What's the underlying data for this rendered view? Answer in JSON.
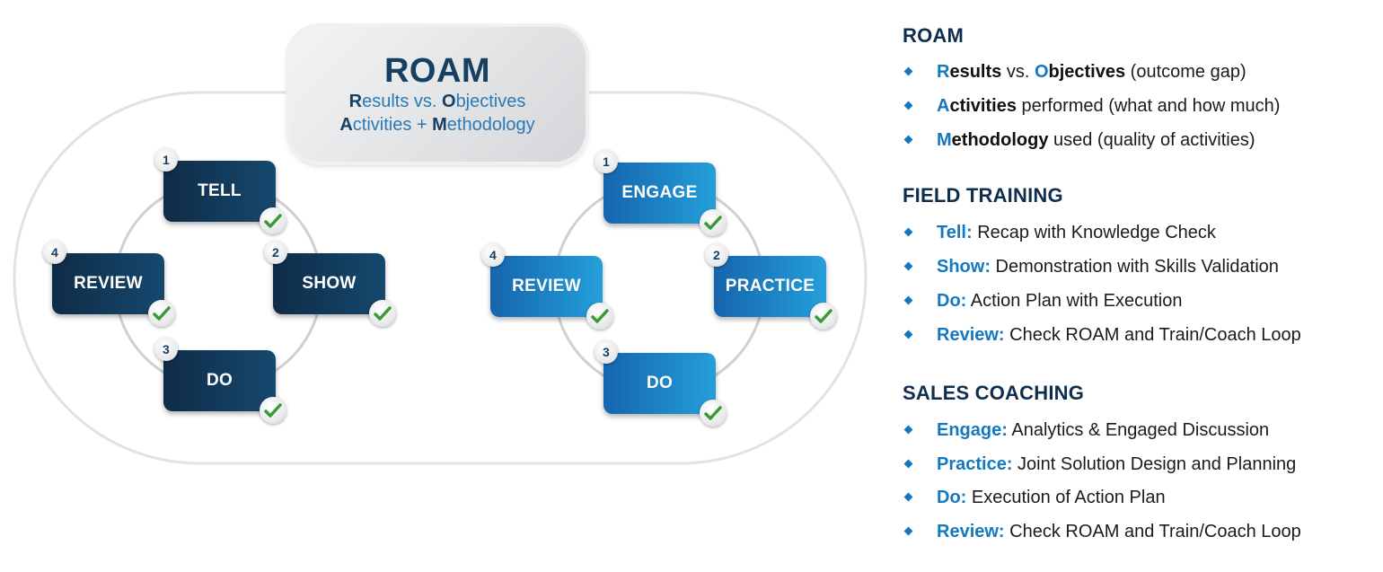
{
  "colors": {
    "navy": "#0f2e4e",
    "accent_blue": "#1478c0",
    "dark_step": "#15486e",
    "blue_step": "#1f8bd0",
    "check_green": "#3a9a3a",
    "ring_gray": "#d9d9d9"
  },
  "roam_box": {
    "title": "ROAM",
    "line1": {
      "r": "R",
      "r_rest": "esults vs. ",
      "o": "O",
      "o_rest": "bjectives"
    },
    "line2": {
      "a": "A",
      "a_rest": "ctivities + ",
      "m": "M",
      "m_rest": "ethodology"
    }
  },
  "field_training_cycle": {
    "name": "Field Training",
    "style": "dark",
    "steps": [
      {
        "number": "1",
        "label": "TELL",
        "position": "top",
        "icon": "check-icon"
      },
      {
        "number": "2",
        "label": "SHOW",
        "position": "right",
        "icon": "check-icon"
      },
      {
        "number": "3",
        "label": "DO",
        "position": "bottom",
        "icon": "check-icon"
      },
      {
        "number": "4",
        "label": "REVIEW",
        "position": "left",
        "icon": "check-icon"
      }
    ]
  },
  "sales_coaching_cycle": {
    "name": "Sales Coaching",
    "style": "blue",
    "steps": [
      {
        "number": "1",
        "label": "ENGAGE",
        "position": "top",
        "icon": "check-icon"
      },
      {
        "number": "2",
        "label": "PRACTICE",
        "position": "right",
        "icon": "check-icon"
      },
      {
        "number": "3",
        "label": "DO",
        "position": "bottom",
        "icon": "check-icon"
      },
      {
        "number": "4",
        "label": "REVIEW",
        "position": "left",
        "icon": "check-icon"
      }
    ]
  },
  "legend": {
    "roam": {
      "title": "ROAM",
      "items": [
        {
          "parts": [
            {
              "t": "R",
              "s": "k"
            },
            {
              "t": "esults",
              "s": "kd"
            },
            {
              "t": " vs. ",
              "s": ""
            },
            {
              "t": "O",
              "s": "k"
            },
            {
              "t": "bjectives",
              "s": "kd"
            },
            {
              "t": " (outcome gap)",
              "s": ""
            }
          ]
        },
        {
          "parts": [
            {
              "t": "A",
              "s": "k"
            },
            {
              "t": "ctivities",
              "s": "kd"
            },
            {
              "t": " performed (what and how much)",
              "s": ""
            }
          ]
        },
        {
          "parts": [
            {
              "t": "M",
              "s": "k"
            },
            {
              "t": "ethodology",
              "s": "kd"
            },
            {
              "t": " used (quality of activities)",
              "s": ""
            }
          ]
        }
      ]
    },
    "field_training": {
      "title": "FIELD TRAINING",
      "items": [
        {
          "key": "Tell:",
          "text": " Recap with Knowledge Check"
        },
        {
          "key": "Show:",
          "text": " Demonstration with Skills Validation"
        },
        {
          "key": "Do:",
          "text": " Action Plan with Execution"
        },
        {
          "key": "Review:",
          "text": " Check ROAM and Train/Coach Loop"
        }
      ]
    },
    "sales_coaching": {
      "title": "SALES COACHING",
      "items": [
        {
          "key": "Engage:",
          "text": " Analytics & Engaged Discussion"
        },
        {
          "key": "Practice:",
          "text": " Joint Solution Design and Planning"
        },
        {
          "key": "Do:",
          "text": " Execution of Action Plan"
        },
        {
          "key": "Review:",
          "text": " Check ROAM and Train/Coach Loop"
        }
      ]
    }
  }
}
